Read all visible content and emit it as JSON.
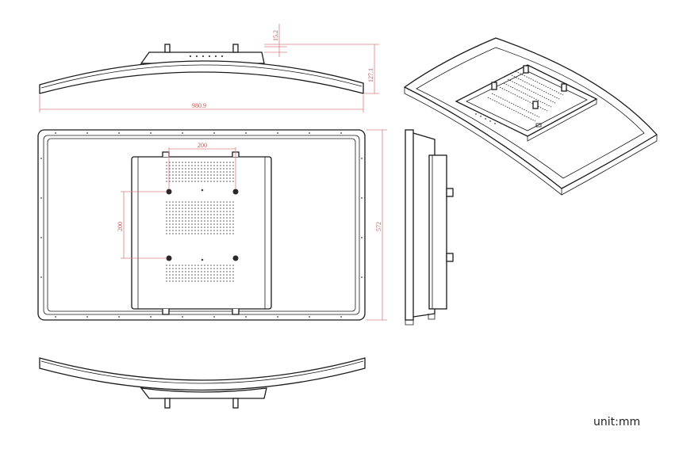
{
  "dimensions": {
    "total_width": "980.9",
    "bracket_offset": "15.2",
    "depth": "127.1",
    "height": "572",
    "vesa_horizontal": "200",
    "vesa_vertical": "200"
  },
  "units_label": "unit:mm",
  "colors": {
    "outline": "#1a1a1a",
    "dimension": "#d98080"
  }
}
